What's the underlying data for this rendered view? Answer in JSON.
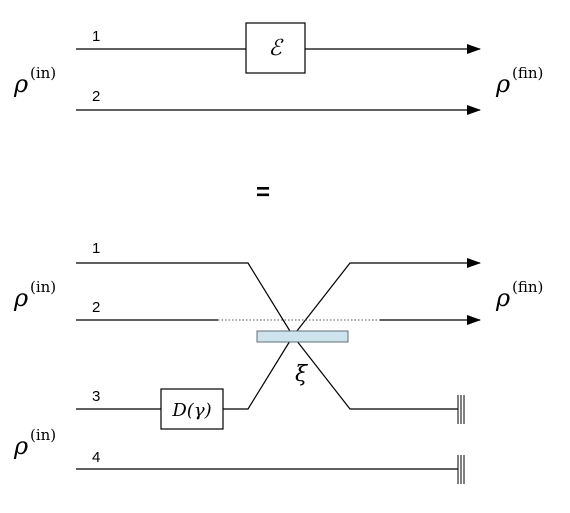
{
  "top": {
    "input_state": {
      "base": "ρ",
      "sup": "(in)"
    },
    "output_state": {
      "base": "ρ",
      "sup": "(fin)"
    },
    "mode_labels": [
      "1",
      "2"
    ],
    "channel_label": "ℰ"
  },
  "equals_sign": "=",
  "bottom": {
    "input_state_top": {
      "base": "ρ",
      "sup": "(in)"
    },
    "input_state_bottom": {
      "base": "ρ",
      "sup": "(in)"
    },
    "output_state": {
      "base": "ρ",
      "sup": "(fin)"
    },
    "mode_labels": [
      "1",
      "2",
      "3",
      "4"
    ],
    "displacement_label": "D(γ)",
    "beamsplitter_label": "ξ"
  },
  "colors": {
    "line": "#000000",
    "beamsplitter_fill": "#cde3ee",
    "beamsplitter_stroke": "#5f6f7a",
    "dotted": "#555555"
  }
}
